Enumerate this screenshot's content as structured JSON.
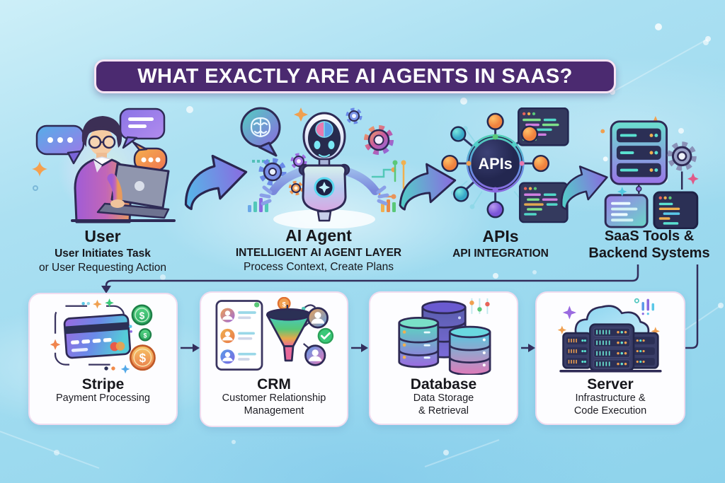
{
  "title": "WHAT EXACTLY ARE AI AGENTS IN SAAS?",
  "flow": {
    "steps": [
      {
        "heading": "User",
        "sub1": "User Initiates Task",
        "sub2": "or User Requesting Action"
      },
      {
        "heading": "AI Agent",
        "sub1": "INTELLIGENT AI AGENT LAYER",
        "sub2": "Process Context, Create Plans"
      },
      {
        "heading": "APIs",
        "sub1": "API INTEGRATION",
        "sub2": "",
        "hub_label": "APIs"
      },
      {
        "heading_line1": "SaaS Tools &",
        "heading_line2": "Backend Systems"
      }
    ]
  },
  "cards": [
    {
      "heading": "Stripe",
      "sub1": "Payment Processing",
      "sub2": ""
    },
    {
      "heading": "CRM",
      "sub1": "Customer Relationship",
      "sub2": "Management"
    },
    {
      "heading": "Database",
      "sub1": "Data Storage",
      "sub2": "& Retrieval"
    },
    {
      "heading": "Server",
      "sub1": "Infrastructure &",
      "sub2": "Code Execution"
    }
  ],
  "colors": {
    "banner_bg": "#4b2a70",
    "banner_border": "#f6e3f3",
    "banner_text": "#ffffff",
    "background_sky": "#9ddaef",
    "connector": "#332e5c",
    "card_bg": "#fdfdff",
    "text_dark": "#17171c",
    "accent_teal": "#52d0c8",
    "accent_purple": "#8a6ae0",
    "accent_orange": "#f0a050"
  }
}
